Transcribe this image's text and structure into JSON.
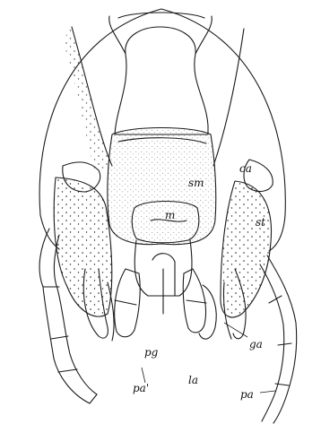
{
  "labels": {
    "sm": "sm",
    "ca": "ca",
    "st": "st",
    "m": "m",
    "pg": "pg",
    "pa_prime": "pa'",
    "la": "la",
    "ga": "ga",
    "pa": "pa"
  }
}
